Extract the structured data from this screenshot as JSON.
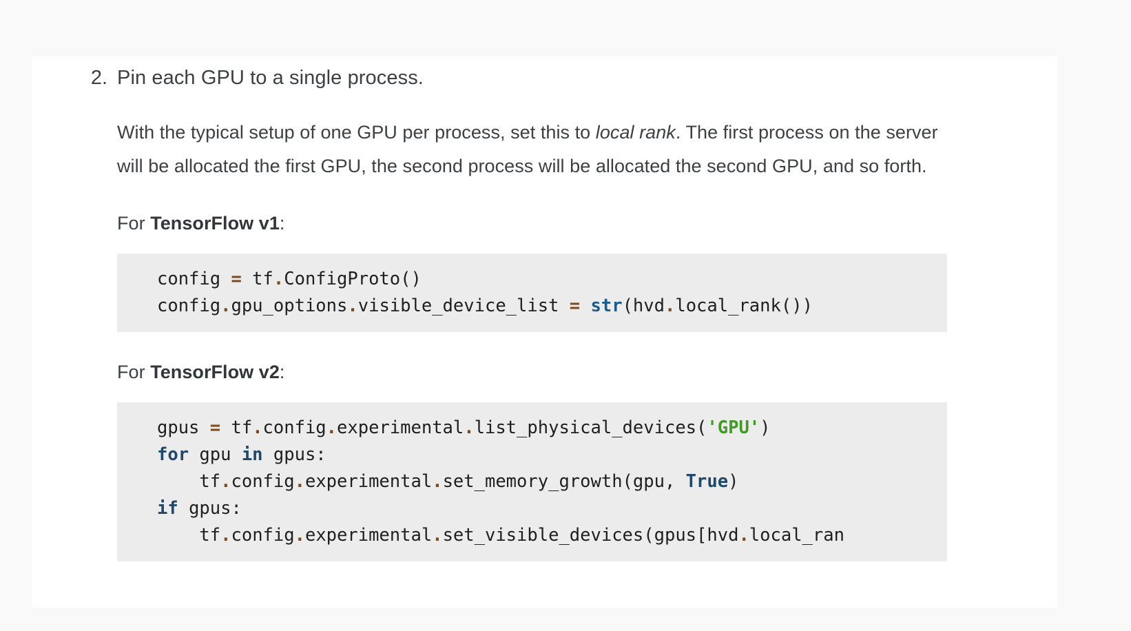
{
  "page": {
    "background_color": "#f9f9f9",
    "card_background_color": "#ffffff"
  },
  "article": {
    "list_marker": "2.",
    "heading": "Pin each GPU to a single process.",
    "paragraph_parts": {
      "before_italic": "With the typical setup of one GPU per process, set this to ",
      "italic": "local rank",
      "after_italic": ". The first process on the server will be allocated the first GPU, the second process will be allocated the second GPU, and so forth."
    },
    "sections": [
      {
        "label_prefix": "For ",
        "label_bold": "TensorFlow v1",
        "label_suffix": ":",
        "code_lines": [
          [
            {
              "text": "config ",
              "type": "plain"
            },
            {
              "text": "=",
              "type": "op"
            },
            {
              "text": " tf",
              "type": "plain"
            },
            {
              "text": ".",
              "type": "dot"
            },
            {
              "text": "ConfigProto()",
              "type": "plain"
            }
          ],
          [
            {
              "text": "config",
              "type": "plain"
            },
            {
              "text": ".",
              "type": "dot"
            },
            {
              "text": "gpu_options",
              "type": "plain"
            },
            {
              "text": ".",
              "type": "dot"
            },
            {
              "text": "visible_device_list ",
              "type": "plain"
            },
            {
              "text": "=",
              "type": "op"
            },
            {
              "text": " ",
              "type": "plain"
            },
            {
              "text": "str",
              "type": "builtin"
            },
            {
              "text": "(hvd",
              "type": "plain"
            },
            {
              "text": ".",
              "type": "dot"
            },
            {
              "text": "local_rank())",
              "type": "plain"
            }
          ]
        ]
      },
      {
        "label_prefix": "For ",
        "label_bold": "TensorFlow v2",
        "label_suffix": ":",
        "code_lines": [
          [
            {
              "text": "gpus ",
              "type": "plain"
            },
            {
              "text": "=",
              "type": "op"
            },
            {
              "text": " tf",
              "type": "plain"
            },
            {
              "text": ".",
              "type": "dot"
            },
            {
              "text": "config",
              "type": "plain"
            },
            {
              "text": ".",
              "type": "dot"
            },
            {
              "text": "experimental",
              "type": "plain"
            },
            {
              "text": ".",
              "type": "dot"
            },
            {
              "text": "list_physical_devices(",
              "type": "plain"
            },
            {
              "text": "'GPU'",
              "type": "str"
            },
            {
              "text": ")",
              "type": "plain"
            }
          ],
          [
            {
              "text": "for",
              "type": "kw"
            },
            {
              "text": " gpu ",
              "type": "plain"
            },
            {
              "text": "in",
              "type": "kw"
            },
            {
              "text": " gpus:",
              "type": "plain"
            }
          ],
          [
            {
              "text": "    tf",
              "type": "plain"
            },
            {
              "text": ".",
              "type": "dot"
            },
            {
              "text": "config",
              "type": "plain"
            },
            {
              "text": ".",
              "type": "dot"
            },
            {
              "text": "experimental",
              "type": "plain"
            },
            {
              "text": ".",
              "type": "dot"
            },
            {
              "text": "set_memory_growth(gpu, ",
              "type": "plain"
            },
            {
              "text": "True",
              "type": "kw"
            },
            {
              "text": ")",
              "type": "plain"
            }
          ],
          [
            {
              "text": "if",
              "type": "kw"
            },
            {
              "text": " gpus:",
              "type": "plain"
            }
          ],
          [
            {
              "text": "    tf",
              "type": "plain"
            },
            {
              "text": ".",
              "type": "dot"
            },
            {
              "text": "config",
              "type": "plain"
            },
            {
              "text": ".",
              "type": "dot"
            },
            {
              "text": "experimental",
              "type": "plain"
            },
            {
              "text": ".",
              "type": "dot"
            },
            {
              "text": "set_visible_devices(gpus[hvd",
              "type": "plain"
            },
            {
              "text": ".",
              "type": "dot"
            },
            {
              "text": "local_ran",
              "type": "plain"
            }
          ]
        ]
      }
    ]
  },
  "syntax_colors": {
    "plain": "#1f1f1f",
    "operator": "#7a4a20",
    "builtin": "#1d5b8a",
    "keyword": "#20486b",
    "string": "#3f9a28",
    "code_background": "#ececec"
  }
}
